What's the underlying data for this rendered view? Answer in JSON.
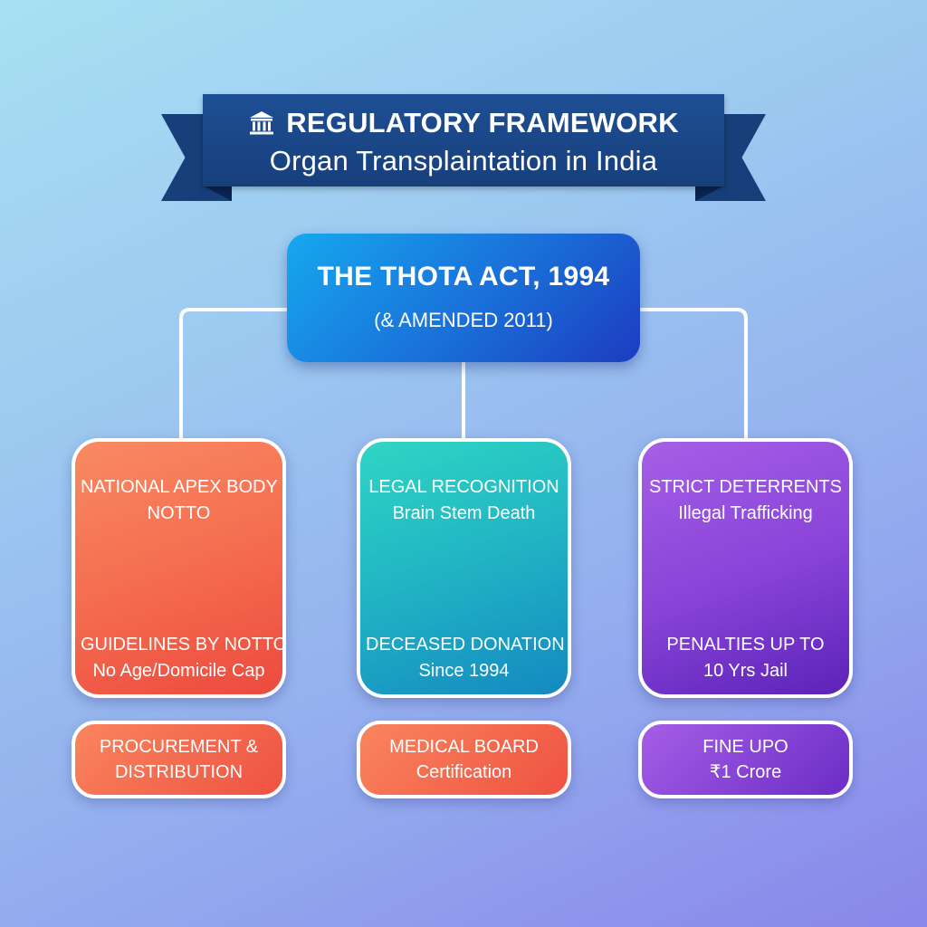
{
  "banner": {
    "line1": "REGULATORY FRAMEWORK",
    "line2": "Organ Transplaintation in India",
    "icon": "bank-icon"
  },
  "root": {
    "title": "THE THOTA ACT, 1994",
    "subtitle": "(& AMENDED 2011)"
  },
  "branches": [
    {
      "top_line1": "NATIONAL APEX BODY",
      "top_line2": "NOTTO",
      "bottom_line1": "GUIDELINES BY NOTTO",
      "bottom_line2": "No Age/Domicile Cap",
      "pill_line1": "PROCUREMENT &",
      "pill_line2": "DISTRIBUTION"
    },
    {
      "top_line1": "LEGAL RECOGNITION",
      "top_line2": "Brain Stem Death",
      "bottom_line1": "DECEASED DONATION",
      "bottom_line2": "Since 1994",
      "pill_line1": "MEDICAL BOARD",
      "pill_line2": "Certification"
    },
    {
      "top_line1": "STRICT DETERRENTS",
      "top_line2": "Illegal Trafficking",
      "bottom_line1": "PENALTIES UP TO",
      "bottom_line2": "10 Yrs Jail",
      "pill_line1": "FINE UPO",
      "pill_line2": "₹1 Crore"
    }
  ],
  "colors": {
    "banner": "#1b4786",
    "root": "#1a6fd8",
    "orange": "#f46a4e",
    "teal": "#20b3c4",
    "purple": "#8742d8",
    "connector": "#ffffff"
  }
}
